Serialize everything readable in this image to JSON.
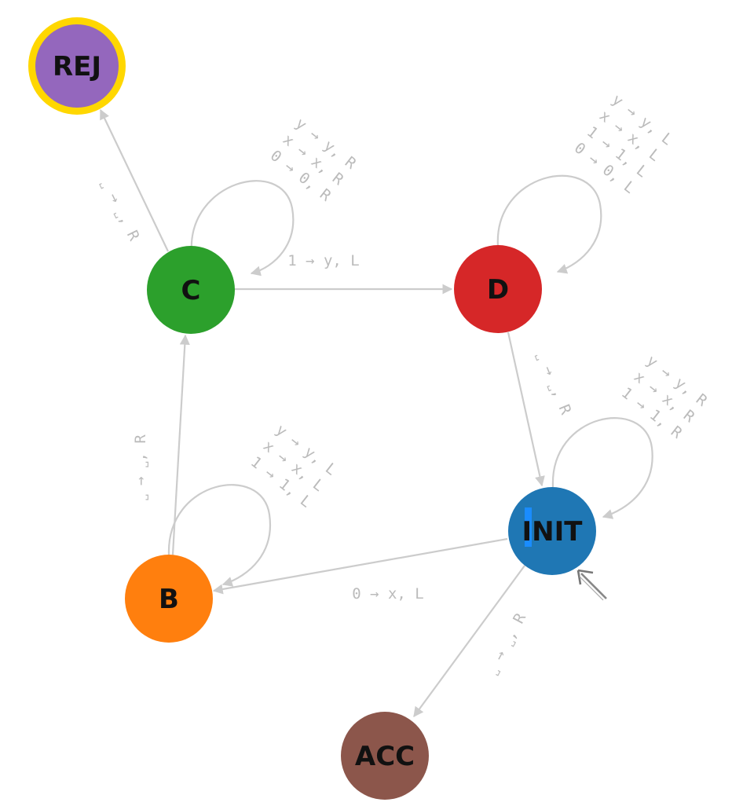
{
  "nodes": {
    "rej": {
      "label": "REJ",
      "color": "#9467bd",
      "ring": "#ffd700"
    },
    "c": {
      "label": "C",
      "color": "#2ca02c"
    },
    "d": {
      "label": "D",
      "color": "#d62728"
    },
    "b": {
      "label": "B",
      "color": "#ff7f0e"
    },
    "init": {
      "label": "INIT",
      "color": "#1f77b4"
    },
    "acc": {
      "label": "ACC",
      "color": "#8c564b"
    }
  },
  "edges": {
    "c_rej": [
      "˽ → ˽, R"
    ],
    "c_loop": [
      "y → y, R",
      "x → x, R",
      "0 → 0, R"
    ],
    "c_d": [
      "1 → y, L"
    ],
    "d_loop": [
      "y → y, L",
      "x → x, L",
      "1 → 1, L",
      "0 → 0, L"
    ],
    "d_init": [
      "˽ → ˽, R"
    ],
    "init_loop": [
      "y → y, R",
      "x → x, R",
      "1 → 1, R"
    ],
    "b_c": [
      "˽ → ˽, R"
    ],
    "b_loop": [
      "y → y, L",
      "x → x, L",
      "1 → 1, L"
    ],
    "init_b": [
      "0 → x, L"
    ],
    "init_acc": [
      "˽ → ˽, R"
    ]
  },
  "colors": {
    "edge": "#cccccc",
    "edge_label": "#bbbbbb",
    "node_text": "#111111"
  }
}
